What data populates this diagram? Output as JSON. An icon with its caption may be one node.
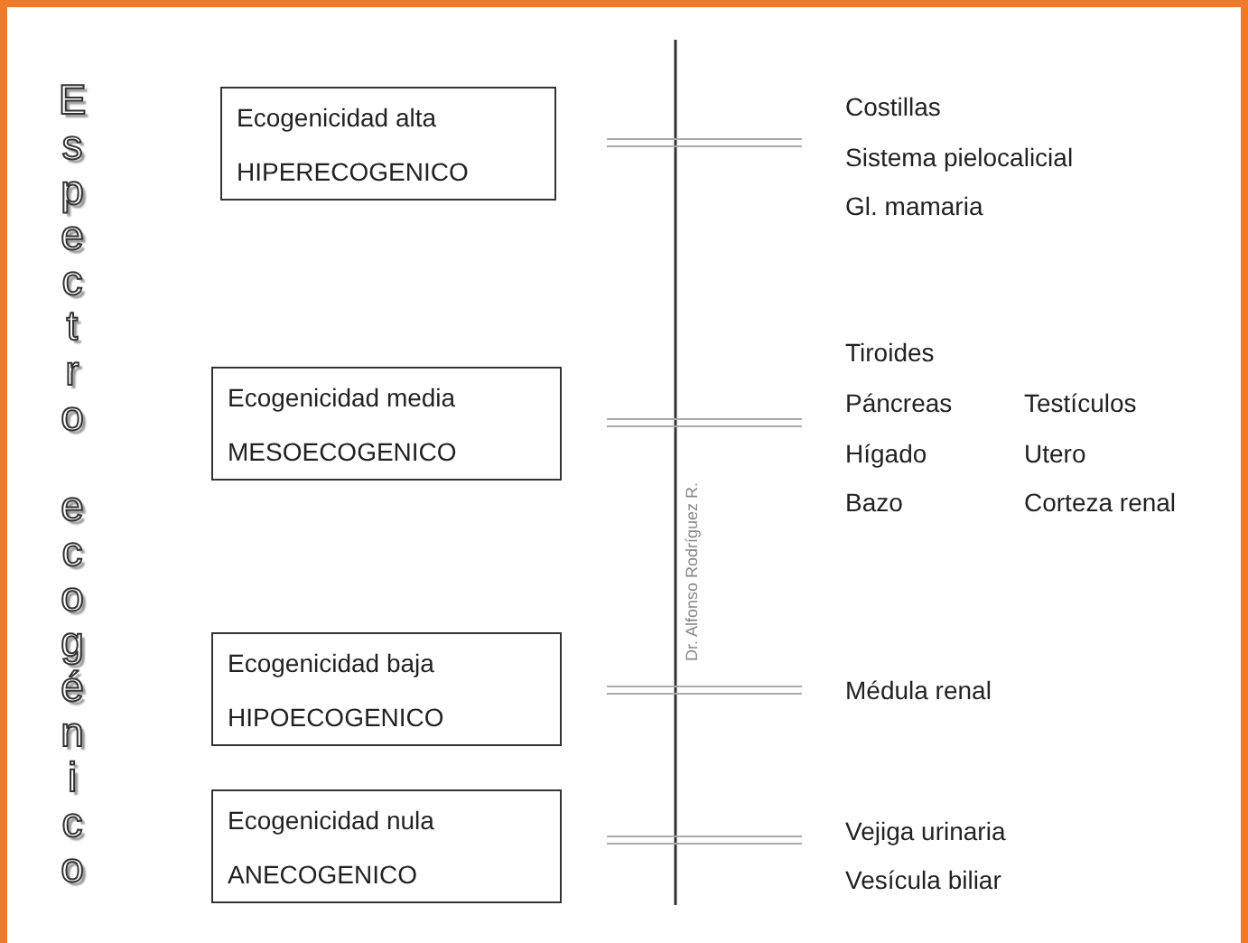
{
  "diagram": {
    "title": "Espectro ecogénico",
    "nodes": [
      {
        "text": [
          "Ecogenicidad alta",
          "HIPERECOGENICO"
        ]
      },
      {
        "text": [
          "Ecogenicidad media",
          "MESOECOGENICO"
        ]
      },
      {
        "text": [
          "Ecogenicidad baja",
          "HIPOECOGENICO"
        ]
      },
      {
        "text": [
          "Ecogenicidad nula",
          "ANECOGENICO"
        ]
      }
    ],
    "labels": [
      "Costillas",
      "Sistema pielocalicial",
      "Gl. mamaria",
      "Tiroides",
      "Páncreas",
      "Testículos",
      "Hígado",
      "Utero",
      "Bazo",
      "Corteza renal",
      "Médula renal",
      "Vejiga urinaria",
      "Vesícula biliar",
      "Dr. Alfonso Rodríguez R."
    ]
  }
}
